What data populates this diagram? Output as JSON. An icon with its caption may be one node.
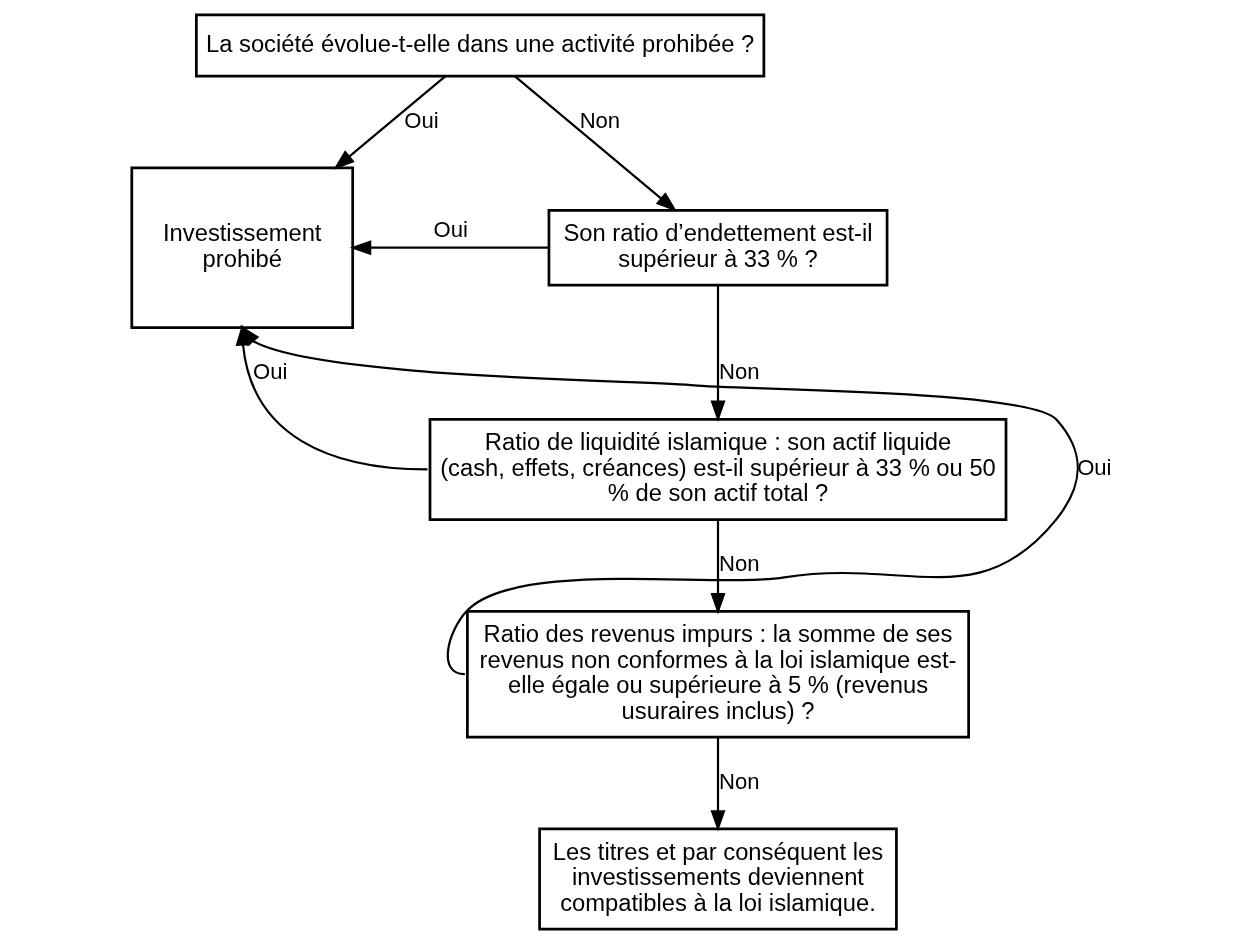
{
  "diagram": {
    "nodes": [
      {
        "text": [
          "La société évolue-t-elle dans une activité prohibée ?"
        ]
      },
      {
        "text": [
          "Investissement prohibé"
        ]
      },
      {
        "text": [
          "Son ratio d’endettement est-il supérieur à 33 % ?"
        ]
      },
      {
        "text": [
          "Ratio de liquidité islamique : son actif liquide (cash, effets, créances) est-il supérieur à 33 % ou 50 % de son actif total ?"
        ]
      },
      {
        "text": [
          "Ratio des revenus impurs : la somme de ses revenus non conformes à la loi islamique est-elle égale ou supérieure à 5 % (revenus usuraires inclus) ?"
        ]
      },
      {
        "text": [
          "Les titres et par conséquent les investissements deviennent compatibles à la loi islamique."
        ]
      }
    ],
    "edges": [
      {
        "from": 0,
        "to": 1,
        "arrow": "to",
        "label": "Oui"
      },
      {
        "from": 0,
        "to": 2,
        "arrow": "to",
        "label": "Non"
      },
      {
        "from": 2,
        "to": 1,
        "arrow": "to",
        "label": "Oui"
      },
      {
        "from": 2,
        "to": 3,
        "arrow": "to",
        "label": "Non"
      },
      {
        "from": 3,
        "to": 1,
        "arrow": "to",
        "label": "Oui"
      },
      {
        "from": 3,
        "to": 4,
        "arrow": "to",
        "label": "Non"
      },
      {
        "from": 4,
        "to": 1,
        "arrow": "to",
        "label": "Oui"
      },
      {
        "from": 4,
        "to": 5,
        "arrow": "to",
        "label": "Non"
      }
    ]
  }
}
